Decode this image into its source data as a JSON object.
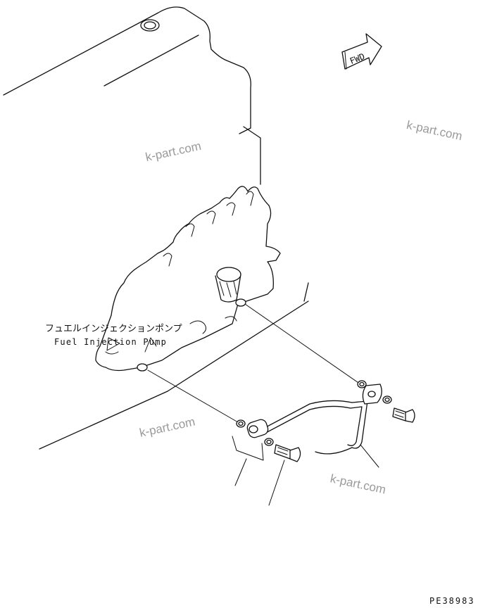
{
  "direction_marker": {
    "label": "FWD"
  },
  "part_label": {
    "name_jp": "フュエルインジェクションポンプ",
    "name_en": "Fuel Injection Pump"
  },
  "watermark": {
    "text": "k-part.com"
  },
  "figure_id": "PE38983"
}
